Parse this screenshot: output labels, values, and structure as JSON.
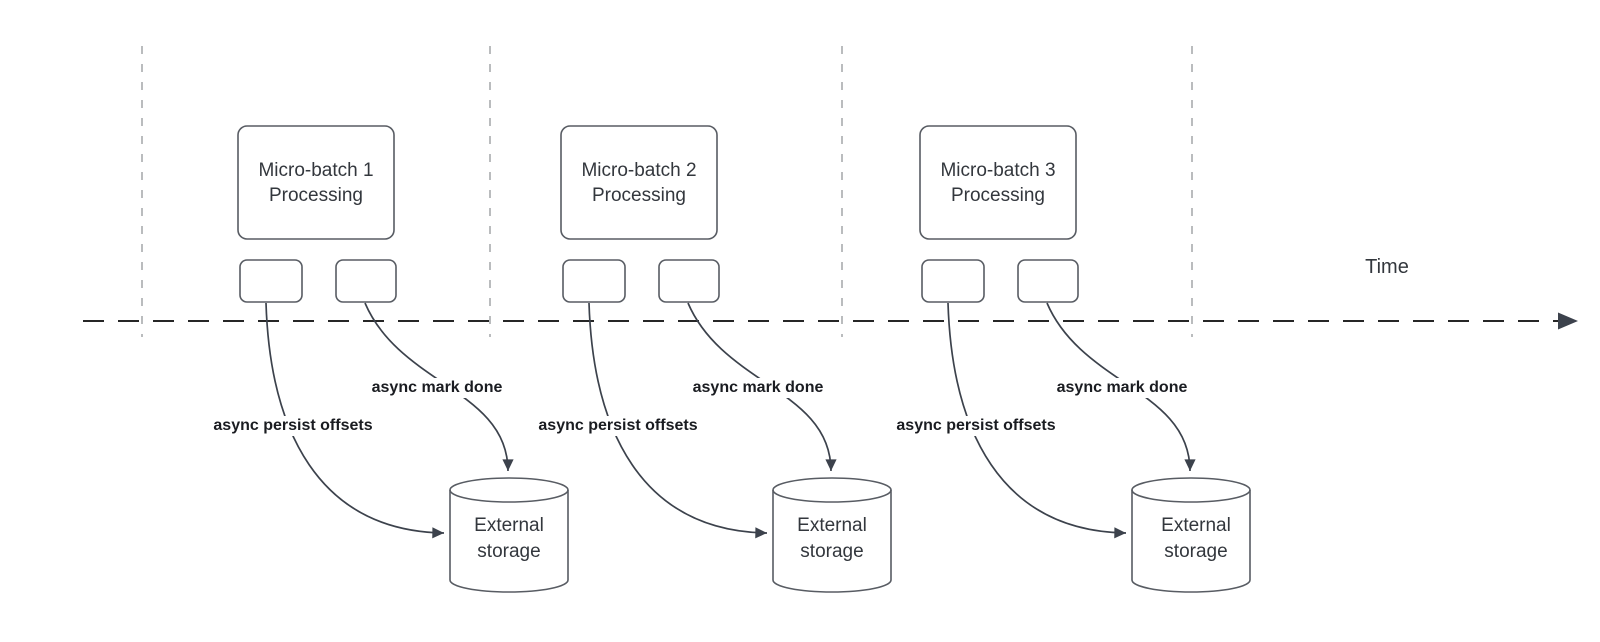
{
  "diagram": {
    "time_axis_label": "Time",
    "groups": [
      {
        "box_label": "Micro-batch 1\nProcessing",
        "persist_arrow_label": "async persist offsets",
        "done_arrow_label": "async mark done",
        "storage_label": "External\nstorage"
      },
      {
        "box_label": "Micro-batch 2\nProcessing",
        "persist_arrow_label": "async persist offsets",
        "done_arrow_label": "async mark done",
        "storage_label": "External\nstorage"
      },
      {
        "box_label": "Micro-batch 3\nProcessing",
        "persist_arrow_label": "async persist offsets",
        "done_arrow_label": "async mark done",
        "storage_label": "External\nstorage"
      }
    ],
    "colors": {
      "background": "#ffffff",
      "shape_stroke": "#585c63",
      "arrow_stroke": "#3c424c",
      "timeline": "#262626",
      "guide": "#a9abae",
      "label_text": "#1a1c21",
      "shape_text": "#33373d"
    }
  }
}
